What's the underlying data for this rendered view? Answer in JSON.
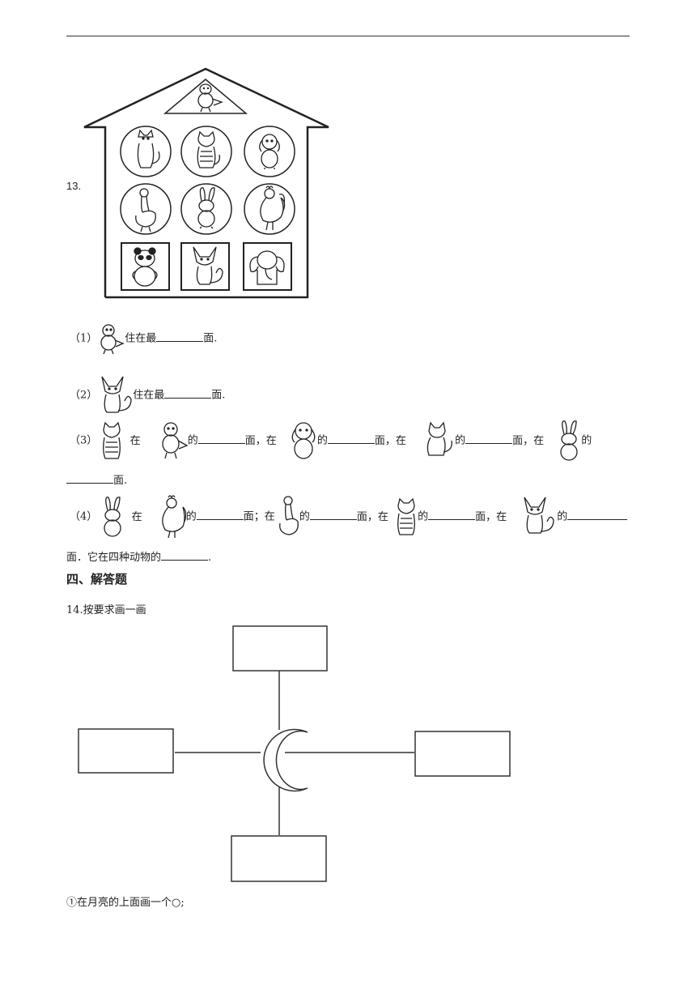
{
  "question13": {
    "number": "13.",
    "icon_names": [
      "cat",
      "tiger",
      "dog",
      "goose",
      "rabbit",
      "rooster",
      "panda",
      "fox",
      "elephant",
      "bird"
    ],
    "sub1": {
      "label": "（1）",
      "text": "住在最",
      "tail": "面."
    },
    "sub2": {
      "label": "（2）",
      "text": "住在最",
      "tail": "面."
    },
    "sub3": {
      "label": "（3）",
      "zai": "在",
      "de": "的",
      "mian_zai": "面，在",
      "tail": "面."
    },
    "sub4": {
      "label": "（4）",
      "zai": "在",
      "de": "的",
      "mian_semi_zai": "面；在",
      "mian_zai": "面，在",
      "line2_a": "面．它在四种动物的",
      "line2_end": "."
    }
  },
  "section4": {
    "title": "四、解答题"
  },
  "question14": {
    "title": "14.按要求画一画",
    "instruction1": "①在月亮的上面画一个○;"
  }
}
